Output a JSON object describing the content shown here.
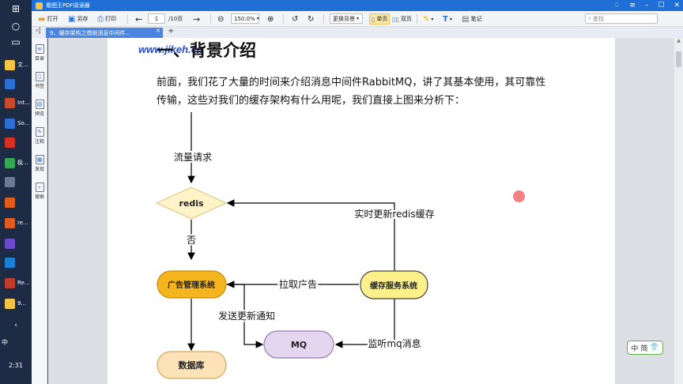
{
  "app": {
    "title": "看图王PDF阅读器",
    "tab_title": "9、缓存架构之借助消息中间件..."
  },
  "taskbar": {
    "time": "2:31",
    "lang": "中",
    "items": [
      {
        "label": "文...",
        "color": "#f5c445"
      },
      {
        "label": "",
        "color": "#2b6fd6"
      },
      {
        "label": "Int...",
        "color": "#c94a2b"
      },
      {
        "label": "So...",
        "color": "#2b6fd6"
      },
      {
        "label": "",
        "color": "#d93025"
      },
      {
        "label": "极...",
        "color": "#34a853"
      },
      {
        "label": "",
        "color": "#6b7a90"
      },
      {
        "label": "",
        "color": "#e25c1b"
      },
      {
        "label": "re...",
        "color": "#e25c1b"
      },
      {
        "label": "",
        "color": "#6b4bc9"
      },
      {
        "label": "",
        "color": "#1a7fd6"
      },
      {
        "label": "Re...",
        "color": "#c23b2b"
      },
      {
        "label": "9...",
        "color": "#f5c445"
      }
    ]
  },
  "toolbar": {
    "open": "打开",
    "saveas": "另存",
    "print": "打印",
    "page_current": "1",
    "page_total": "/10页",
    "zoom": "150.0%",
    "background": "更换背景",
    "single": "单页",
    "double": "双页",
    "notes": "笔记",
    "search_placeholder": "查找"
  },
  "sidebar": {
    "items": [
      {
        "label": "目录",
        "icon": "list-icon"
      },
      {
        "label": "书签",
        "icon": "bookmark-icon"
      },
      {
        "label": "预览",
        "icon": "preview-icon"
      },
      {
        "label": "注释",
        "icon": "annotation-icon"
      },
      {
        "label": "发现",
        "icon": "discover-icon"
      },
      {
        "label": "搜索",
        "icon": "search-icon"
      }
    ]
  },
  "document": {
    "watermark": "www.jikeh.cn",
    "heading": "一、背景介绍",
    "para_line1": "前面，我们花了大量的时间来介绍消息中间件RabbitMQ，讲了其基本使用，其可靠性",
    "para_line2": "传输，这些对我们的缓存架构有什么用呢，我们直接上图来分析下：",
    "diagram": {
      "nodes": {
        "redis": "redis",
        "ad": "广告管理系统",
        "cache": "缓存服务系统",
        "mq": "MQ",
        "db": "数据库"
      },
      "labels": {
        "traffic": "流量请求",
        "no": "否",
        "realtime": "实时更新redis缓存",
        "pull": "拉取广告",
        "notify": "发送更新通知",
        "listen": "监听mq消息"
      }
    }
  },
  "lang_badge": {
    "a": "中",
    "b": "简"
  }
}
